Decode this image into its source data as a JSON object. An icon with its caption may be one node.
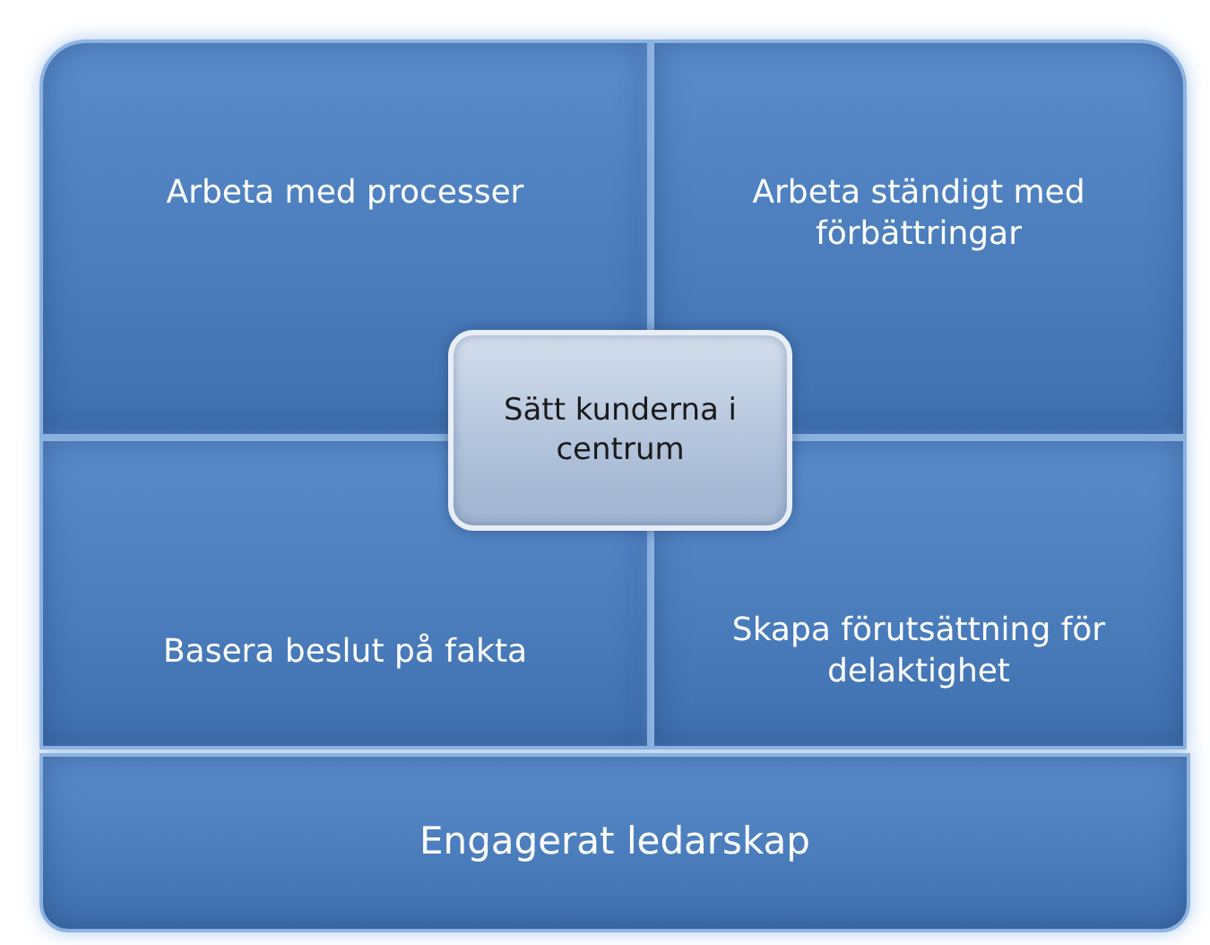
{
  "diagram": {
    "nodes": [
      {
        "text": [
          "Arbeta med processer"
        ]
      },
      {
        "text": [
          "Arbeta ständigt med förbättringar"
        ]
      },
      {
        "text": [
          "Sätt kunderna i centrum"
        ]
      },
      {
        "text": [
          "Basera beslut på fakta"
        ]
      },
      {
        "text": [
          "Skapa förutsättning för delaktighet"
        ]
      },
      {
        "text": [
          "Engagerat ledarskap"
        ]
      }
    ]
  }
}
